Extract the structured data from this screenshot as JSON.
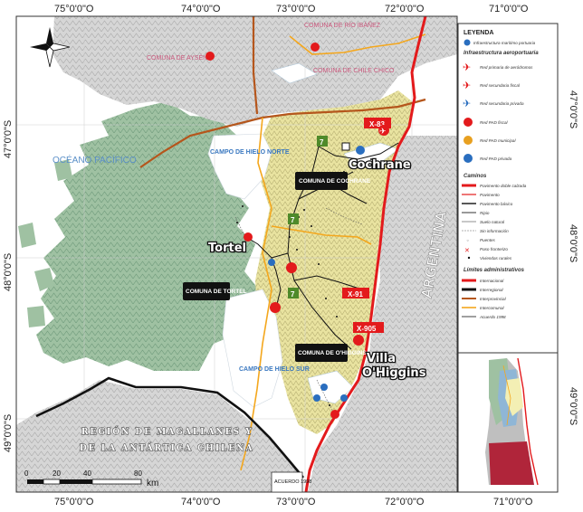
{
  "map": {
    "coords_top": [
      "75°0'0\"O",
      "74°0'0\"O",
      "73°0'0\"O",
      "72°0'0\"O",
      "71°0'0\"O"
    ],
    "coords_bottom": [
      "75°0'0\"O",
      "74°0'0\"O",
      "73°0'0\"O",
      "72°0'0\"O",
      "71°0'0\"O"
    ],
    "coords_left": [
      "47°0'0\"S",
      "48°0'0\"S",
      "49°0'0\"S"
    ],
    "coords_right": [
      "47°0'0\"S",
      "48°0'0\"S",
      "49°0'0\"S"
    ],
    "places": {
      "aysen": "COMUNA DE AYSÉN",
      "rio_ibanez": "COMUNA DE RÍO IBÁÑEZ",
      "chile_chico": "COMUNA DE CHILE CHICO",
      "cochrane_comuna": "COMUNA DE COCHRANE",
      "tortel_comuna": "COMUNA DE TORTEL",
      "ohiggins_comuna": "COMUNA DE O'HIGGINS",
      "ocean": "OCÉANO PACÍFICO",
      "ice_north": "CAMPO DE HIELO NORTE",
      "ice_south": "CAMPO DE HIELO SUR",
      "argentina": "ARGENTINA",
      "region_line1": "REGIÓN DE MAGALLANES Y",
      "region_line2": "DE LA ANTÁRTICA CHILENA",
      "agreement": "ACUERDO 1998"
    },
    "towns": {
      "cochrane": "Cochrane",
      "tortel": "Tortel",
      "villa_ohiggins_1": "Villa",
      "villa_ohiggins_2": "O'Higgins"
    },
    "routes": {
      "x83": "X-83",
      "x91": "X-91",
      "x905": "X-905",
      "r7": "7"
    },
    "scale": {
      "ticks": [
        "0",
        "20",
        "40",
        "80"
      ],
      "unit": "km"
    }
  },
  "legend": {
    "title": "LEYENDA",
    "port": "Infraestructura marítimo portuaria",
    "airport_title": "Infraestructura aeroportuaria",
    "air_items": [
      "Red primaria de aeródromos",
      "Red secundaria fiscal",
      "Red secundaria privada",
      "Red PAD fiscal",
      "Red PAD municipal",
      "Red PAD privada"
    ],
    "roads_title": "Caminos",
    "road_items": [
      "Pavimento doble calzada",
      "Pavimento",
      "Pavimento básico",
      "Ripio",
      "Suelo natural",
      "Sin información",
      "Puentes",
      "Paso fronterizo",
      "Viviendas rurales"
    ],
    "limits_title": "Límites administrativos",
    "limit_items": [
      "Internacional",
      "Interregional",
      "Interprovincial",
      "Intercomunal",
      "Acuerdo 1998"
    ]
  },
  "colors": {
    "international": "#e31a1c",
    "interregional": "#111111",
    "interprovincial": "#b5561c",
    "intercomunal": "#f4a71d",
    "commune_fill": "#f3efb4",
    "land_west": "#9fbfa6",
    "land_east": "#cfcfcf",
    "water": "#ffffff",
    "ice": "#ffffff",
    "route_badge": "#e31a1c",
    "r7_badge": "#4f8a2a"
  }
}
